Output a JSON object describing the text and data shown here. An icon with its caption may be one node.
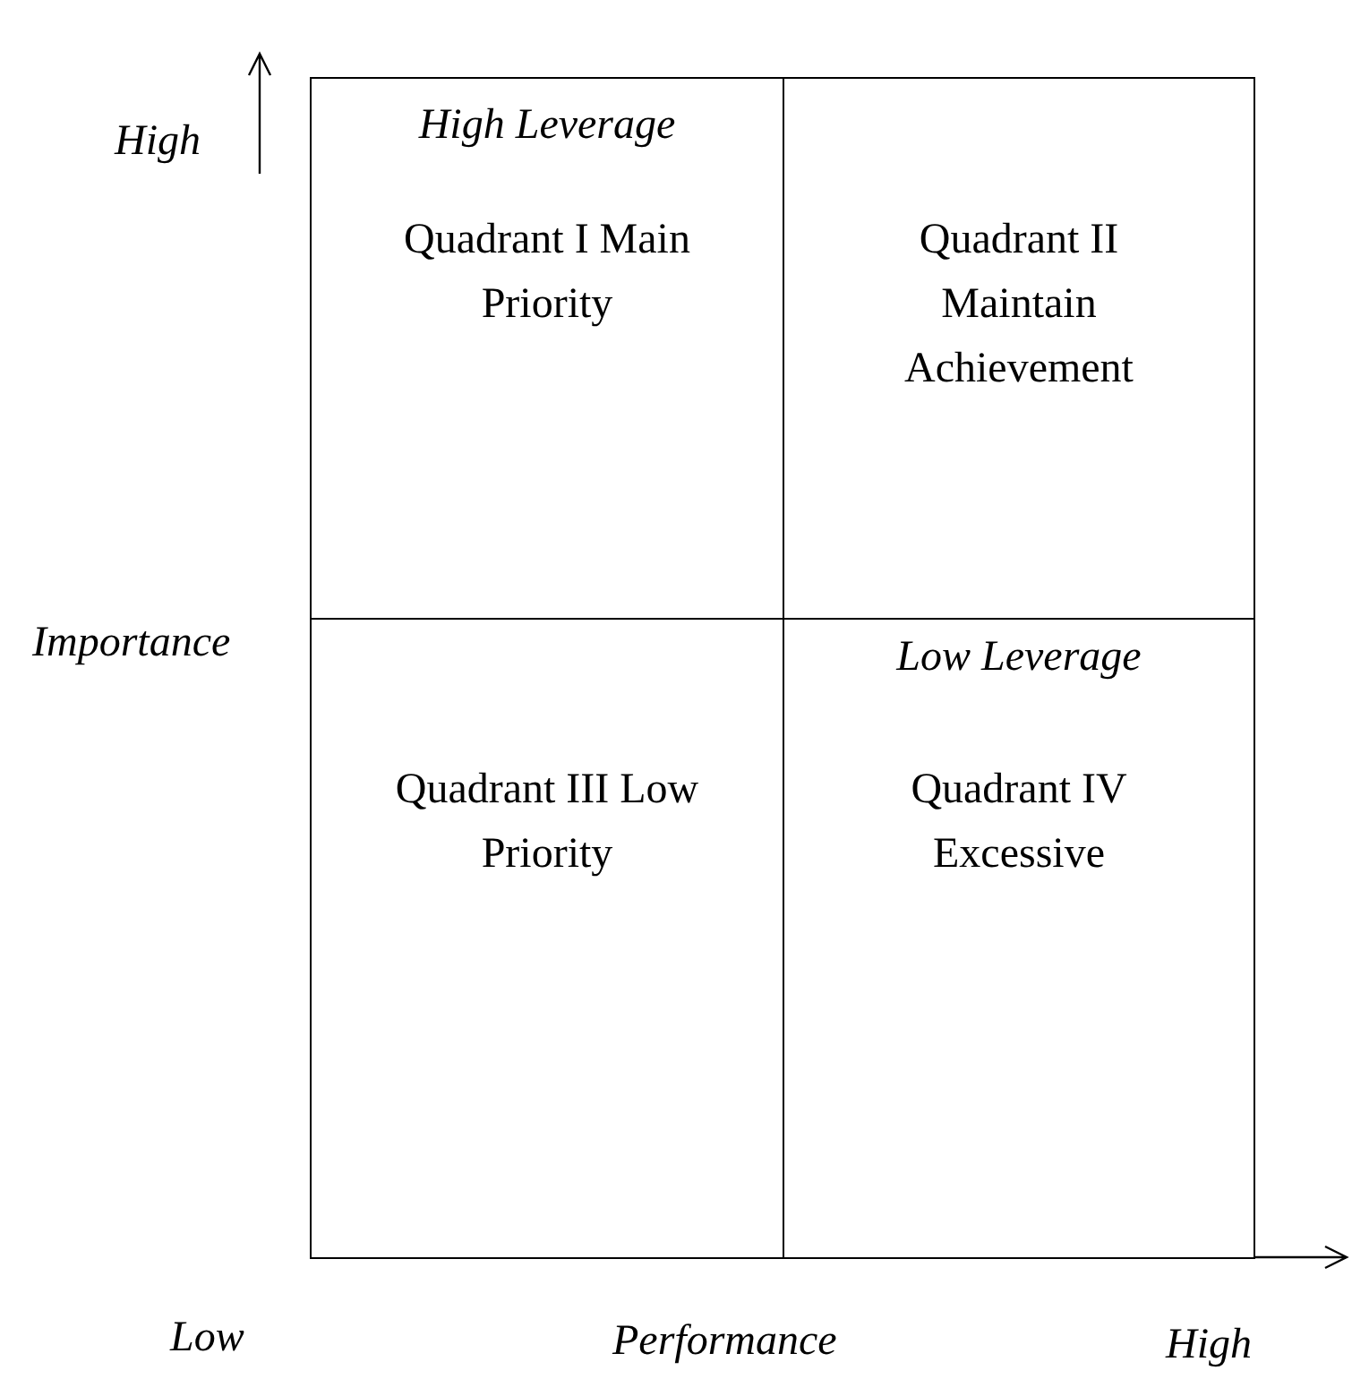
{
  "diagram": {
    "nodes": [
      {
        "text": [
          "High Leverage",
          "Quadrant I Main Priority"
        ]
      },
      {
        "text": [
          "Quadrant II Maintain Achievement"
        ]
      },
      {
        "text": [
          "Quadrant III Low Priority"
        ]
      },
      {
        "text": [
          "Low Leverage",
          "Quadrant IV Excessive"
        ]
      }
    ],
    "edges": [],
    "labels": [
      "High",
      "Importance",
      "Low",
      "Performance",
      "High"
    ]
  }
}
